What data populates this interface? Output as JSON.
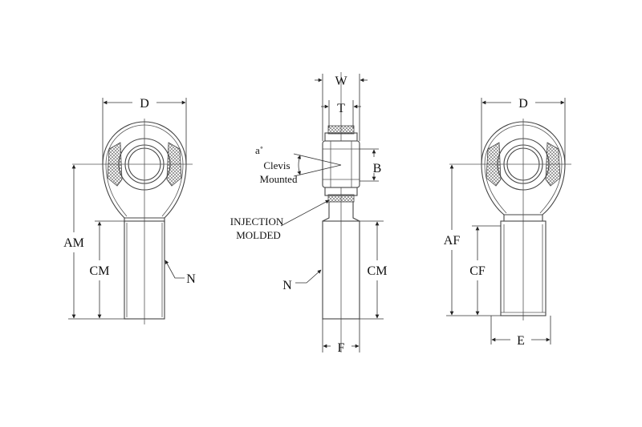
{
  "labels": {
    "left_view": {
      "d": "D",
      "am": "AM",
      "cm": "CM",
      "n": "N"
    },
    "side_view": {
      "w": "W",
      "t": "T",
      "b": "B",
      "angle": "a˚",
      "clevis": "Clevis",
      "mounted": "Mounted",
      "injection": "INJECTION",
      "molded": "MOLDED",
      "n": "N",
      "cm": "CM",
      "f": "F"
    },
    "right_view": {
      "d": "D",
      "af": "AF",
      "cf": "CF",
      "e": "E"
    }
  },
  "colors": {
    "stroke": "#444444",
    "hatch": "#666666",
    "background": "#ffffff"
  }
}
